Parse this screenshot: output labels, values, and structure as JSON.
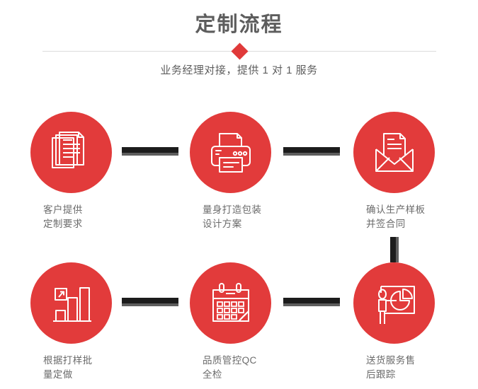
{
  "header": {
    "title": "定制流程",
    "subtitle": "业务经理对接，提供 1 对 1 服务",
    "divider_icon": "diamond-icon",
    "accent_color": "#e23b3b",
    "title_color": "#5d5d5d",
    "subtitle_color": "#5e5e5e"
  },
  "flow": {
    "connector_color": "#1c1c1c",
    "connector_shadow_color": "#5e5e5e",
    "steps": [
      {
        "index": 1,
        "icon": "documents-stack-icon",
        "label": "客户提供\n定制要求"
      },
      {
        "index": 2,
        "icon": "printer-icon",
        "label": "量身打造包装\n设计方案"
      },
      {
        "index": 3,
        "icon": "envelope-letter-icon",
        "label": "确认生产样板\n并签合同"
      },
      {
        "index": 4,
        "icon": "bar-chart-growth-icon",
        "label": "根据打样批\n量定做"
      },
      {
        "index": 5,
        "icon": "calendar-icon",
        "label": "品质管控QC\n全检"
      },
      {
        "index": 6,
        "icon": "presenter-pie-chart-icon",
        "label": "送货服务售\n后跟踪"
      }
    ]
  }
}
